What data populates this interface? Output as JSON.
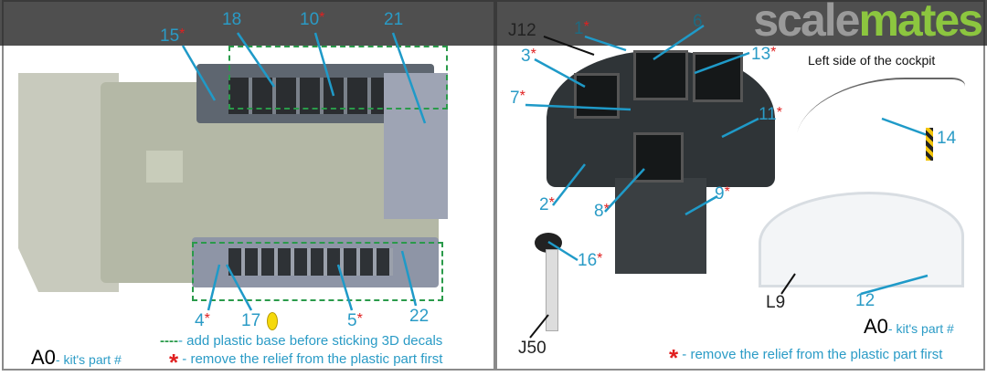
{
  "watermark": {
    "part1": "scale",
    "part2": "mates"
  },
  "left_panel": {
    "callouts": [
      {
        "num": "15",
        "star": "*"
      },
      {
        "num": "18",
        "star": ""
      },
      {
        "num": "10",
        "star": "*"
      },
      {
        "num": "21",
        "star": ""
      },
      {
        "num": "4",
        "star": "*"
      },
      {
        "num": "17",
        "star": ""
      },
      {
        "num": "5",
        "star": "*"
      },
      {
        "num": "22",
        "star": ""
      }
    ],
    "legend_dashed": "- add plastic base before sticking 3D decals",
    "legend_dash_symbol": "----",
    "legend_star": "- remove the relief from the plastic part first",
    "star_symbol": "*",
    "part_code": "A0",
    "part_code_desc": "- kit's part #"
  },
  "right_panel": {
    "callouts": [
      {
        "num": "J12",
        "star": ""
      },
      {
        "num": "1",
        "star": "*"
      },
      {
        "num": "6",
        "star": ""
      },
      {
        "num": "3",
        "star": "*"
      },
      {
        "num": "13",
        "star": "*"
      },
      {
        "num": "7",
        "star": "*"
      },
      {
        "num": "11",
        "star": "*"
      },
      {
        "num": "14",
        "star": ""
      },
      {
        "num": "2",
        "star": "*"
      },
      {
        "num": "8",
        "star": "*"
      },
      {
        "num": "9",
        "star": "*"
      },
      {
        "num": "16",
        "star": "*"
      },
      {
        "num": "L9",
        "star": ""
      },
      {
        "num": "12",
        "star": ""
      },
      {
        "num": "J50",
        "star": ""
      }
    ],
    "inset_title": "Left side of the cockpit",
    "part_code": "A0",
    "part_code_desc": "- kit's part #",
    "legend_star": "- remove the relief from the plastic part first",
    "star_symbol": "*"
  }
}
